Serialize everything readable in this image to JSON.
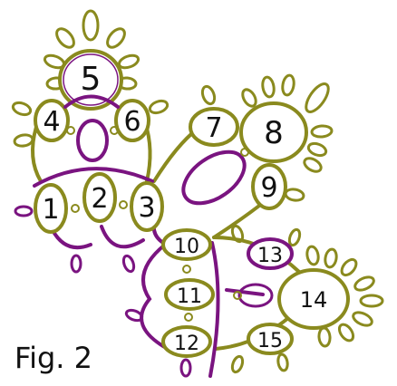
{
  "figure_label": "Fig. 2",
  "colors": {
    "olive": "#8a8a1e",
    "purple": "#7a1480",
    "text": "#111111",
    "background": "#ffffff"
  },
  "elements": [
    {
      "id": "e1",
      "label": "1"
    },
    {
      "id": "e2",
      "label": "2"
    },
    {
      "id": "e3",
      "label": "3"
    },
    {
      "id": "e4",
      "label": "4"
    },
    {
      "id": "e5",
      "label": "5"
    },
    {
      "id": "e6",
      "label": "6"
    },
    {
      "id": "e7",
      "label": "7"
    },
    {
      "id": "e8",
      "label": "8"
    },
    {
      "id": "e9",
      "label": "9"
    },
    {
      "id": "e10",
      "label": "10"
    },
    {
      "id": "e11",
      "label": "11"
    },
    {
      "id": "e12",
      "label": "12"
    },
    {
      "id": "e13",
      "label": "13"
    },
    {
      "id": "e14",
      "label": "14"
    },
    {
      "id": "e15",
      "label": "15"
    }
  ]
}
